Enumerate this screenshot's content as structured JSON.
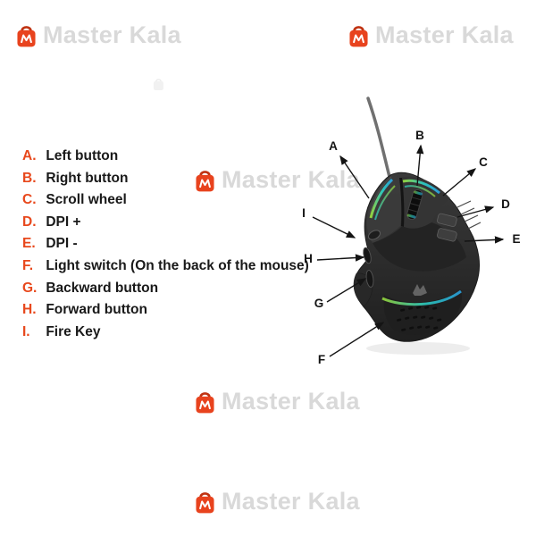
{
  "watermark": {
    "text": "Master Kala",
    "icon": "shopping-bag-icon",
    "icon_color": "#e8431e",
    "text_color": "#d9d9d9"
  },
  "legend": {
    "letter_color": "#e8481c",
    "items": [
      {
        "letter": "A.",
        "label": "Left button"
      },
      {
        "letter": "B.",
        "label": "Right button"
      },
      {
        "letter": "C.",
        "label": "Scroll wheel"
      },
      {
        "letter": "D.",
        "label": "DPI +"
      },
      {
        "letter": "E.",
        "label": "DPI -"
      },
      {
        "letter": "F.",
        "label": "Light switch (On the back of the mouse)"
      },
      {
        "letter": "G.",
        "label": "Backward button"
      },
      {
        "letter": "H.",
        "label": "Forward button"
      },
      {
        "letter": "I.",
        "label": "Fire Key"
      }
    ]
  },
  "callouts": [
    "A",
    "B",
    "C",
    "D",
    "E",
    "F",
    "G",
    "H",
    "I"
  ],
  "colors": {
    "accent": "#e8481c",
    "mouse_body": "#2e2e2e",
    "rgb_green": "#9fe23c",
    "rgb_cyan": "#2bd4c9",
    "rgb_blue": "#2ba7e8",
    "arrow": "#141414",
    "watermark_gray": "#d9d9d9"
  }
}
